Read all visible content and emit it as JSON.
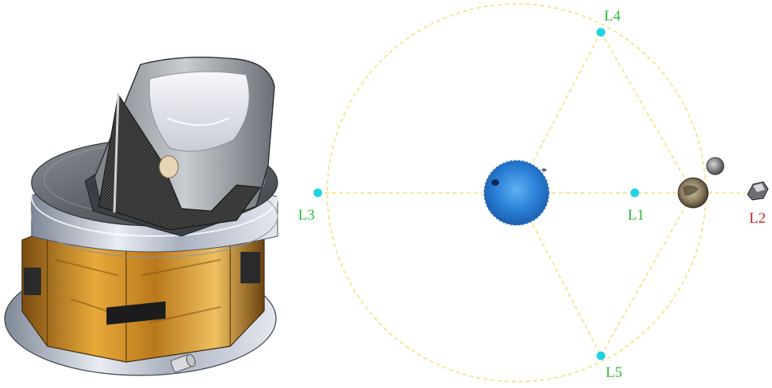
{
  "diagram": {
    "lagrange_points": [
      {
        "id": "L1",
        "label": "L1"
      },
      {
        "id": "L2",
        "label": "L2"
      },
      {
        "id": "L3",
        "label": "L3"
      },
      {
        "id": "L4",
        "label": "L4"
      },
      {
        "id": "L5",
        "label": "L5"
      }
    ],
    "bodies": [
      "sun",
      "earth",
      "moon",
      "spacecraft-at-l2"
    ],
    "colors": {
      "orbit_dash": "#f2e27a",
      "lagrange_point": "#1fd3e0",
      "label_green": "#2fbf3a",
      "label_red": "#c0282a",
      "sun": "#2a7fd6"
    }
  },
  "illustration": {
    "subject": "spacecraft-with-telescope"
  }
}
